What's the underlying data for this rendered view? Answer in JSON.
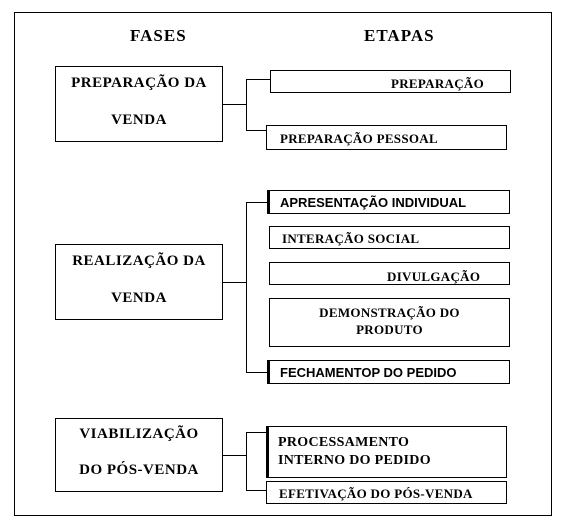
{
  "headers": {
    "fases": "FASES",
    "etapas": "ETAPAS"
  },
  "phases": [
    {
      "line1": "PREPARAÇÃO DA",
      "line2": "VENDA"
    },
    {
      "line1": "REALIZAÇÃO DA",
      "line2": "VENDA"
    },
    {
      "line1": "VIABILIZAÇÃO",
      "line2": "DO PÓS-VENDA"
    }
  ],
  "steps": {
    "preparacao": "PREPARAÇÃO",
    "preparacao_pessoal": "PREPARAÇÃO PESSOAL",
    "apresentacao_individual": "APRESENTAÇÃO INDIVIDUAL",
    "interacao_social": "INTERAÇÃO SOCIAL",
    "divulgacao": "DIVULGAÇÃO",
    "demonstracao_line1": "DEMONSTRAÇÃO DO",
    "demonstracao_line2": "PRODUTO",
    "fechamento": "FECHAMENTOP DO PEDIDO",
    "processamento_line1": "PROCESSAMENTO",
    "processamento_line2": "INTERNO DO PEDIDO",
    "efetivacao": "EFETIVAÇÃO DO PÓS-VENDA"
  }
}
